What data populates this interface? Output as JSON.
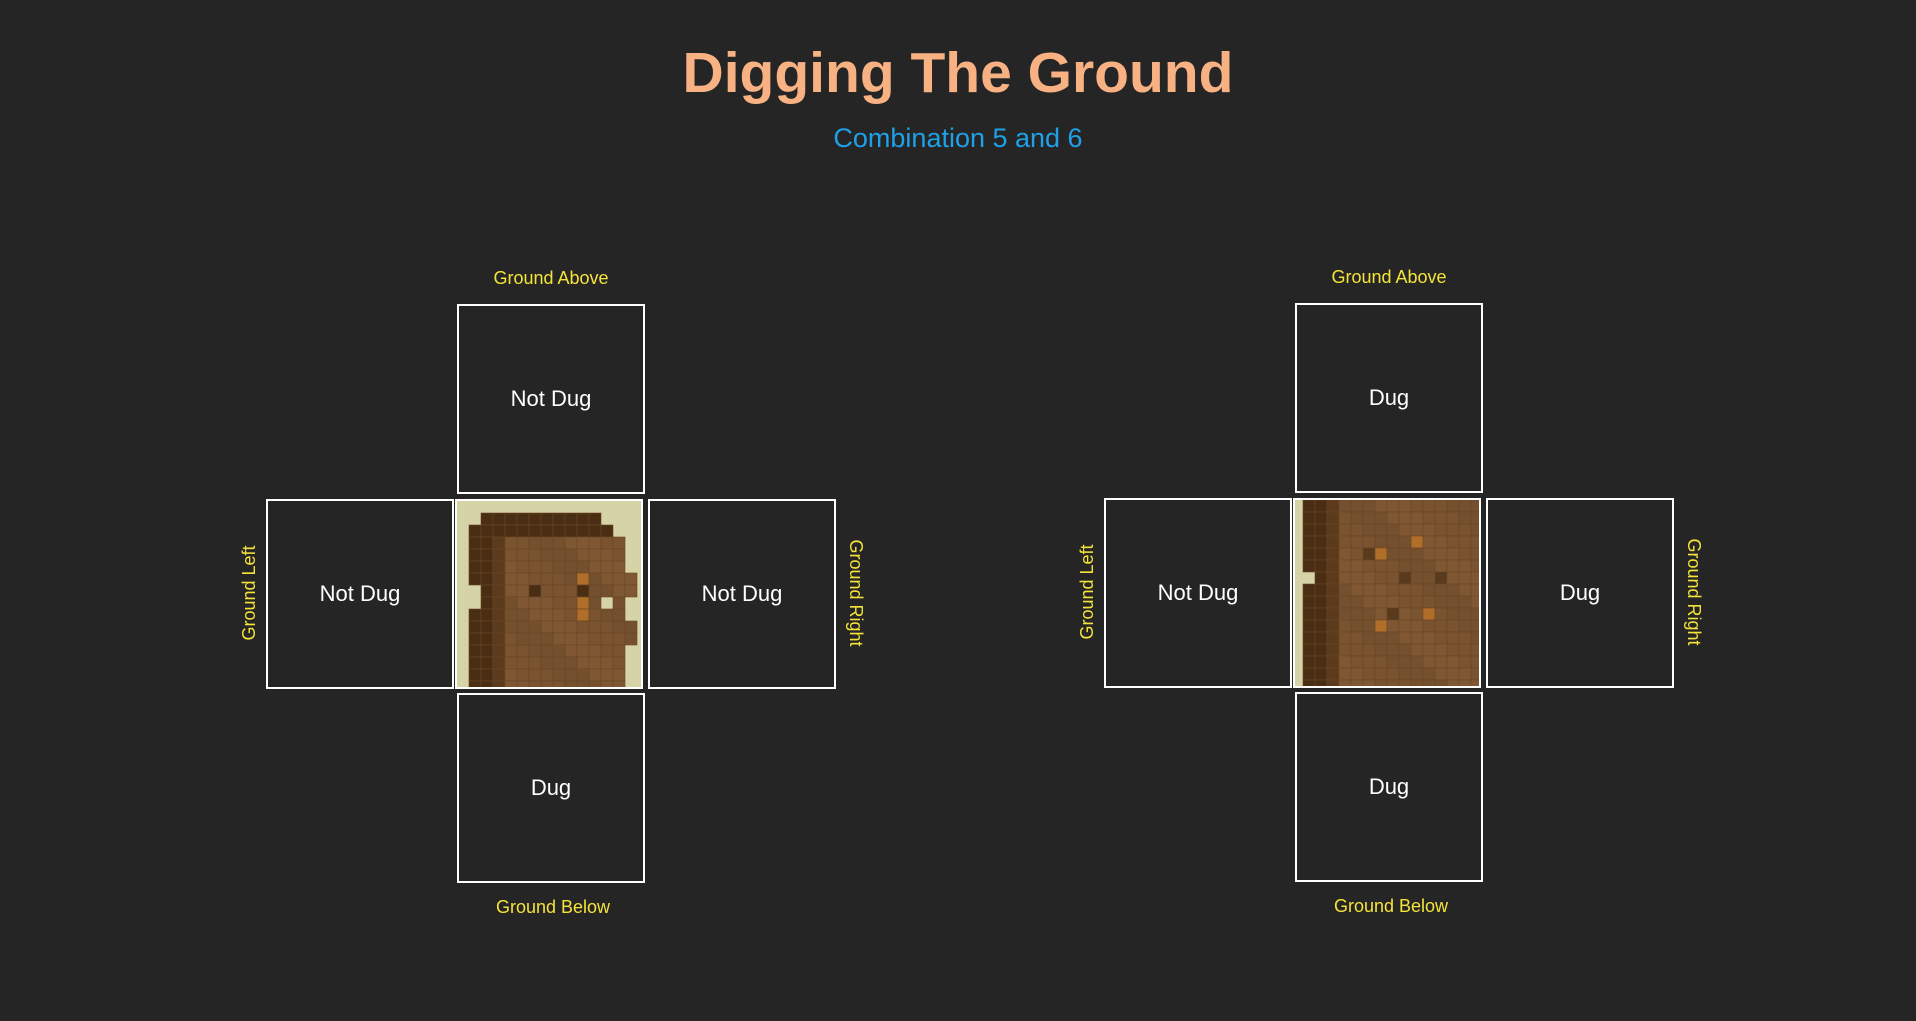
{
  "title": "Digging The Ground",
  "subtitle": "Combination 5 and 6",
  "combinations": [
    {
      "labels": {
        "above": "Ground Above",
        "below": "Ground Below",
        "left": "Ground Left",
        "right": "Ground Right"
      },
      "cells": {
        "above": "Not Dug",
        "left": "Not Dug",
        "right": "Not Dug",
        "below": "Dug"
      }
    },
    {
      "labels": {
        "above": "Ground Above",
        "below": "Ground Below",
        "left": "Ground Left",
        "right": "Ground Right"
      },
      "cells": {
        "above": "Dug",
        "left": "Not Dug",
        "right": "Dug",
        "below": "Dug"
      }
    }
  ],
  "colors": {
    "background": "#252525",
    "title": "#f7b183",
    "subtitle": "#1ea1e8",
    "label": "#f5e33a",
    "cell_text": "#ffffff",
    "dirt": "#7a5330",
    "dirt_dark": "#4a2e14",
    "sand": "#d6d3a6"
  }
}
